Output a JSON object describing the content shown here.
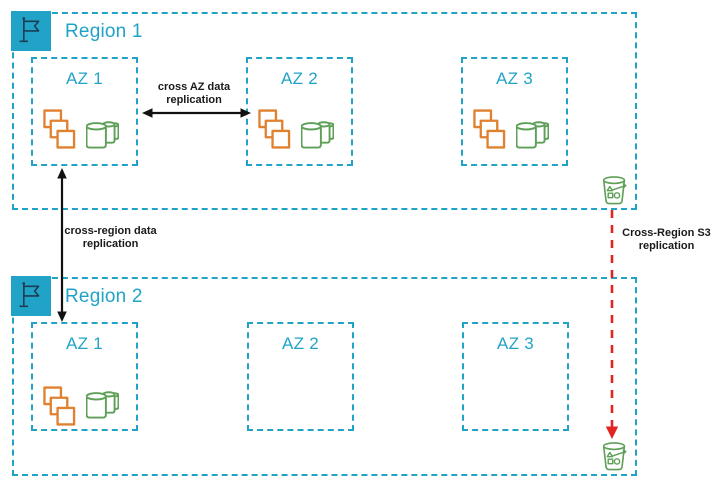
{
  "colors": {
    "region_teal": "#21A3C8",
    "flag_glyph_navy": "#1C3D55",
    "instances_orange": "#E0812F",
    "storage_green": "#5FA058",
    "replication_red": "#E22521",
    "annotation_black": "#1A1A1A"
  },
  "regions": [
    {
      "label": "Region 1",
      "azs": [
        {
          "label": "AZ 1",
          "has_workloads": true
        },
        {
          "label": "AZ 2",
          "has_workloads": true
        },
        {
          "label": "AZ 3",
          "has_workloads": true
        }
      ],
      "has_s3_bucket": true
    },
    {
      "label": "Region 2",
      "azs": [
        {
          "label": "AZ 1",
          "has_workloads": true
        },
        {
          "label": "AZ 2",
          "has_workloads": false
        },
        {
          "label": "AZ 3",
          "has_workloads": false
        }
      ],
      "has_s3_bucket": true
    }
  ],
  "annotations": {
    "cross_az": "cross AZ data replication",
    "cross_region": "cross-region data replication",
    "s3": "Cross-Region S3 replication"
  },
  "icons": {
    "flag": "region-flag-icon",
    "orange_stack": "instances-stack-icon",
    "green_stack": "storage-volumes-stack-icon",
    "bucket": "s3-bucket-icon"
  }
}
